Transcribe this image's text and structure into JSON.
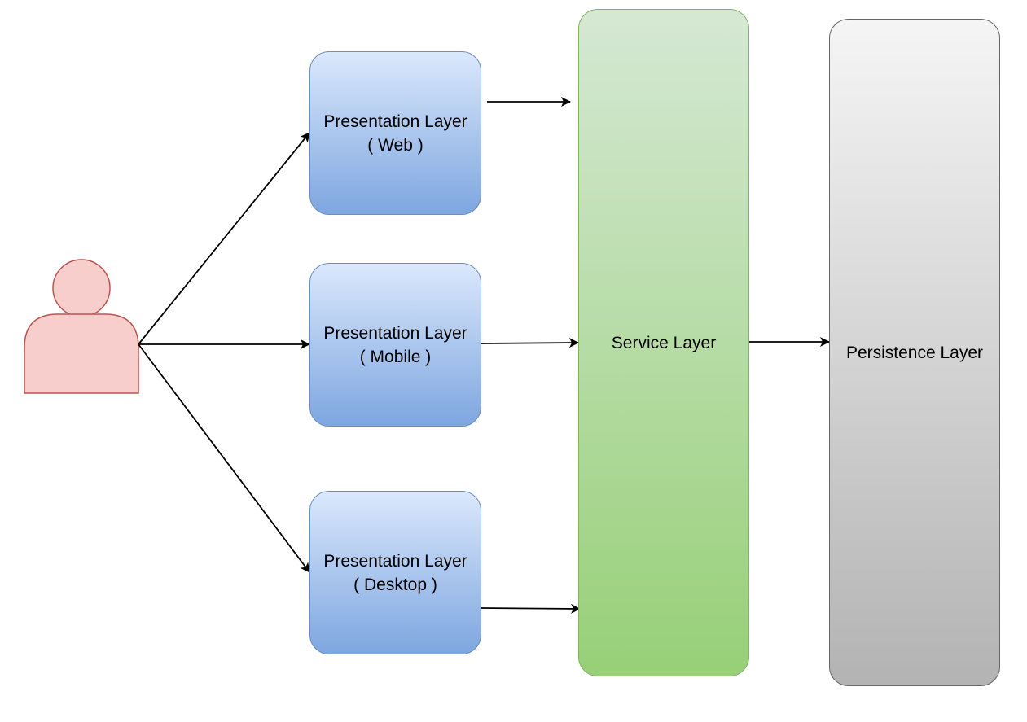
{
  "diagram": {
    "nodes": {
      "user": {
        "icon": "user-icon"
      },
      "web": {
        "line1": "Presentation Layer",
        "line2": "( Web )"
      },
      "mobile": {
        "line1": "Presentation Layer",
        "line2": "( Mobile )"
      },
      "desktop": {
        "line1": "Presentation Layer",
        "line2": "( Desktop )"
      },
      "service": {
        "label": "Service Layer"
      },
      "persistence": {
        "label": "Persistence Layer"
      }
    },
    "edges": [
      {
        "from": "user",
        "to": "web"
      },
      {
        "from": "user",
        "to": "mobile"
      },
      {
        "from": "user",
        "to": "desktop"
      },
      {
        "from": "web",
        "to": "service"
      },
      {
        "from": "mobile",
        "to": "service"
      },
      {
        "from": "desktop",
        "to": "service"
      },
      {
        "from": "service",
        "to": "persistence"
      }
    ],
    "colors": {
      "presentation_fill_top": "#dae8fc",
      "presentation_fill_bottom": "#7ea6e0",
      "presentation_stroke": "#6c8ebf",
      "service_fill_top": "#d5e8d4",
      "service_fill_bottom": "#97d077",
      "service_stroke": "#82b366",
      "persistence_fill_top": "#f5f5f5",
      "persistence_fill_bottom": "#b3b3b3",
      "persistence_stroke": "#666666",
      "user_fill": "#f8cecc",
      "user_stroke": "#b85450"
    }
  }
}
